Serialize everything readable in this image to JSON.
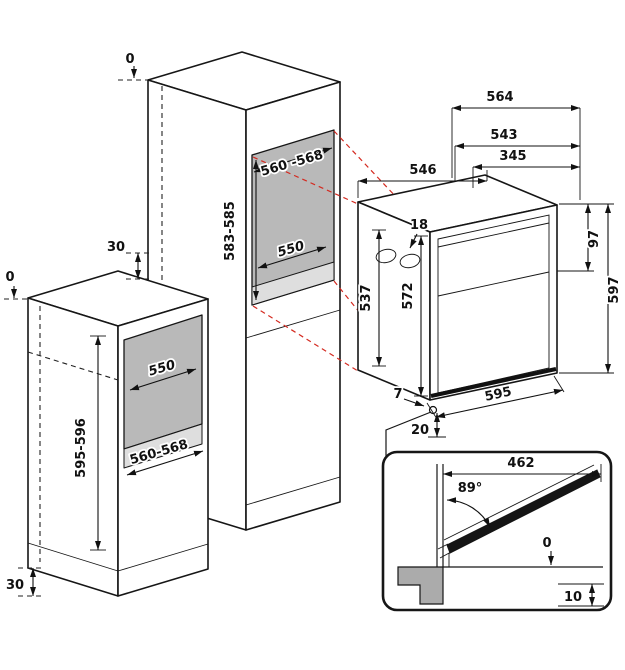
{
  "tall": {
    "top_gap": "0",
    "mid_clearance": "30",
    "niche_width": "560 -568",
    "niche_height": "583-585",
    "niche_depth": "550"
  },
  "base": {
    "top_gap": "0",
    "niche_depth": "550",
    "niche_height": "595-596",
    "niche_width": "560-568",
    "bottom_clearance": "30"
  },
  "oven": {
    "depth_total": "564",
    "depth_body": "543",
    "depth_top": "345",
    "width_top": "546",
    "panel_offset": "18",
    "top_height": "97",
    "height_total": "597",
    "height_rear": "537",
    "height_front": "572",
    "front_gap": "7",
    "width_bottom": "595",
    "bottom_clearance": "20"
  },
  "detail": {
    "opening_width": "462",
    "door_angle": "89°",
    "flush_gap": "0",
    "bottom_gap": "10"
  }
}
